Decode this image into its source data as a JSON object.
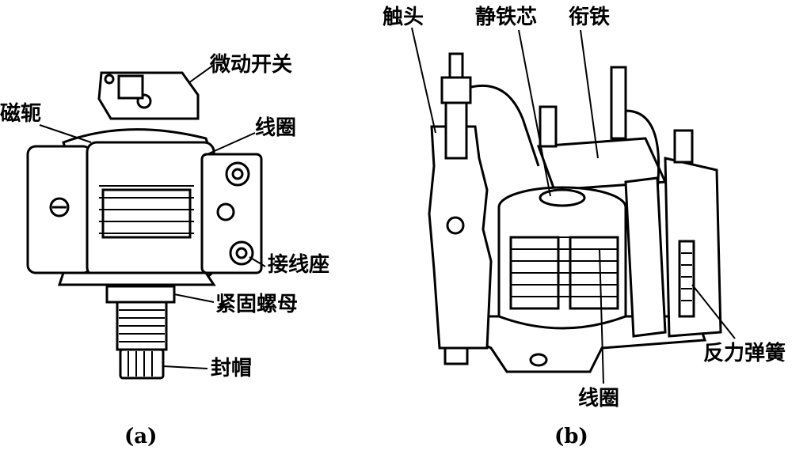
{
  "figure_a": {
    "caption": "(a)",
    "labels": {
      "microswitch": "微动开关",
      "yoke": "磁轭",
      "coil": "线圈",
      "terminal": "接线座",
      "lock_nut": "紧固螺母",
      "cap": "封帽"
    }
  },
  "figure_b": {
    "caption": "(b)",
    "labels": {
      "contact": "触头",
      "static_core": "静铁芯",
      "armature": "衔铁",
      "coil": "线圈",
      "spring": "反力弹簧"
    }
  }
}
